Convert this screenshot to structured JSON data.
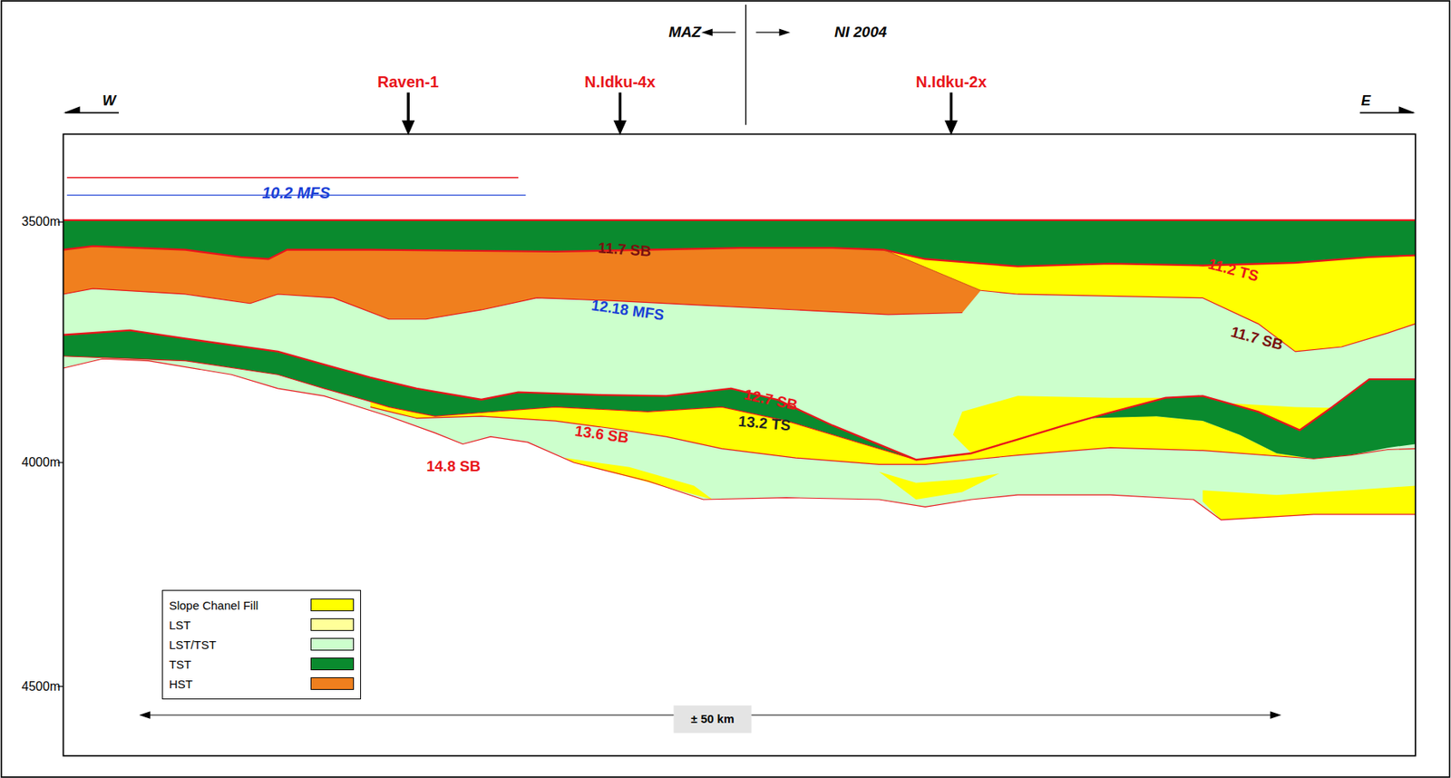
{
  "diagram": {
    "labels": [
      "MAZ",
      "NI 2004",
      "Raven-1",
      "N.Idku-4x",
      "N.Idku-2x",
      "W",
      "E",
      "10.2 MFS",
      "3500m",
      "4000m",
      "4500m",
      "11.7 SB",
      "12.18 MFS",
      "11.2 TS",
      "11.7 SB",
      "12.7 SB",
      "13.2 TS",
      "13.6 SB",
      "14.8 SB",
      "± 50 km"
    ],
    "legend": [
      {
        "text": "Slope Chanel Fill",
        "color": "#ffff00"
      },
      {
        "text": "LST",
        "color": "#ffff99"
      },
      {
        "text": "LST/TST",
        "color": "#ccffcc"
      },
      {
        "text": "TST",
        "color": "#0a8a2e"
      },
      {
        "text": "HST",
        "color": "#f07f1e"
      }
    ]
  }
}
